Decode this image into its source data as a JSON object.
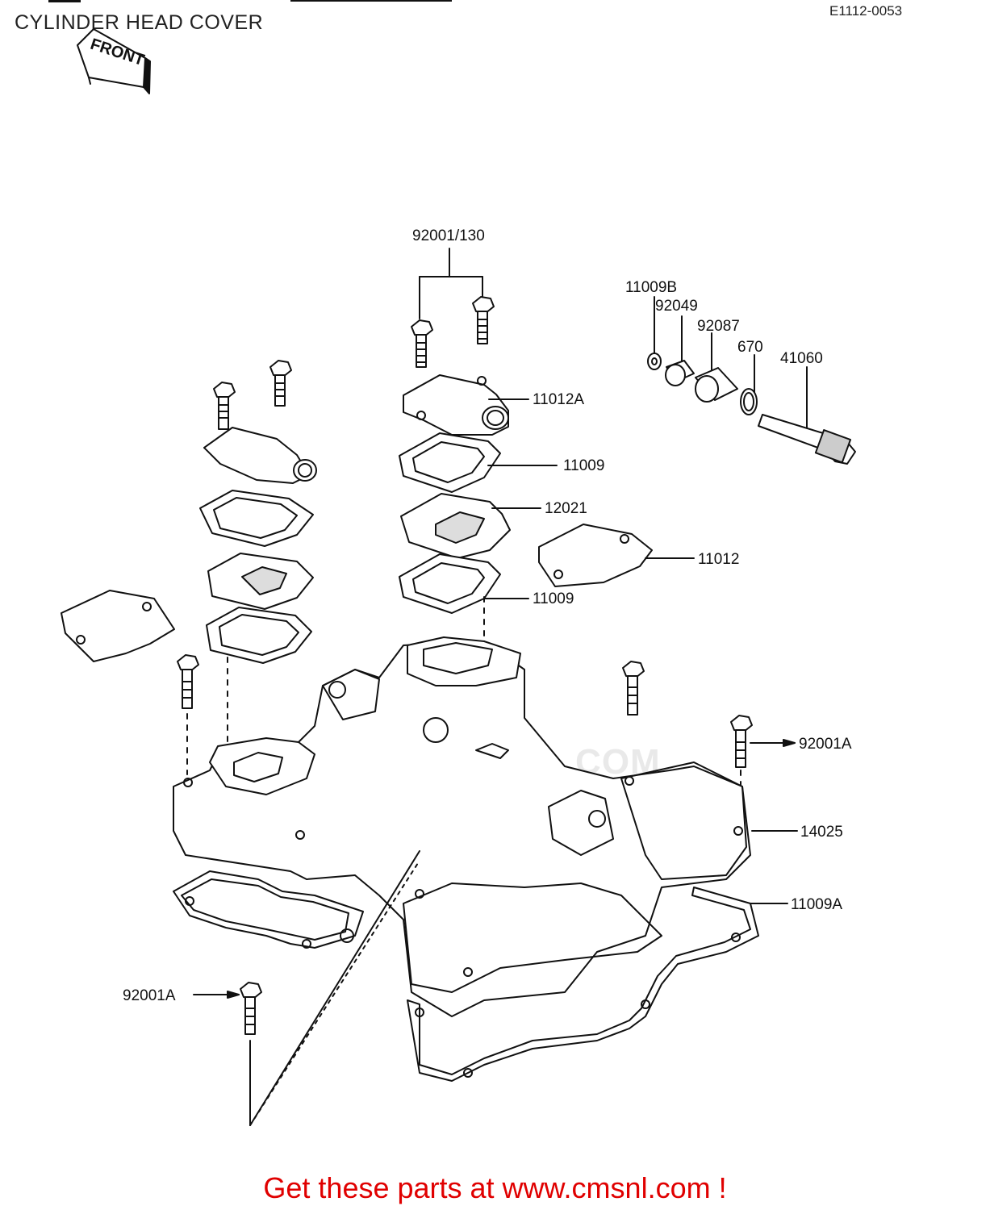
{
  "title": "CYLINDER HEAD COVER",
  "diagram_code": "E1112-0053",
  "front_label": "FRONT",
  "watermark": "WWW.CMSNL.COM",
  "footer": "Get these parts at www.cmsnl.com !",
  "colors": {
    "footer": "#e00000",
    "line": "#111111",
    "watermark": "#e9e9e9"
  },
  "labels": {
    "p92001_130": "92001/130",
    "p11009b": "11009B",
    "p92049": "92049",
    "p92087": "92087",
    "p670": "670",
    "p41060": "41060",
    "p11012a": "11012A",
    "p11009_top": "11009",
    "p12021": "12021",
    "p11012": "11012",
    "p11009_bottom": "11009",
    "p92001a_right": "92001A",
    "p14025": "14025",
    "p11009a": "11009A",
    "p92001a_left": "92001A"
  }
}
